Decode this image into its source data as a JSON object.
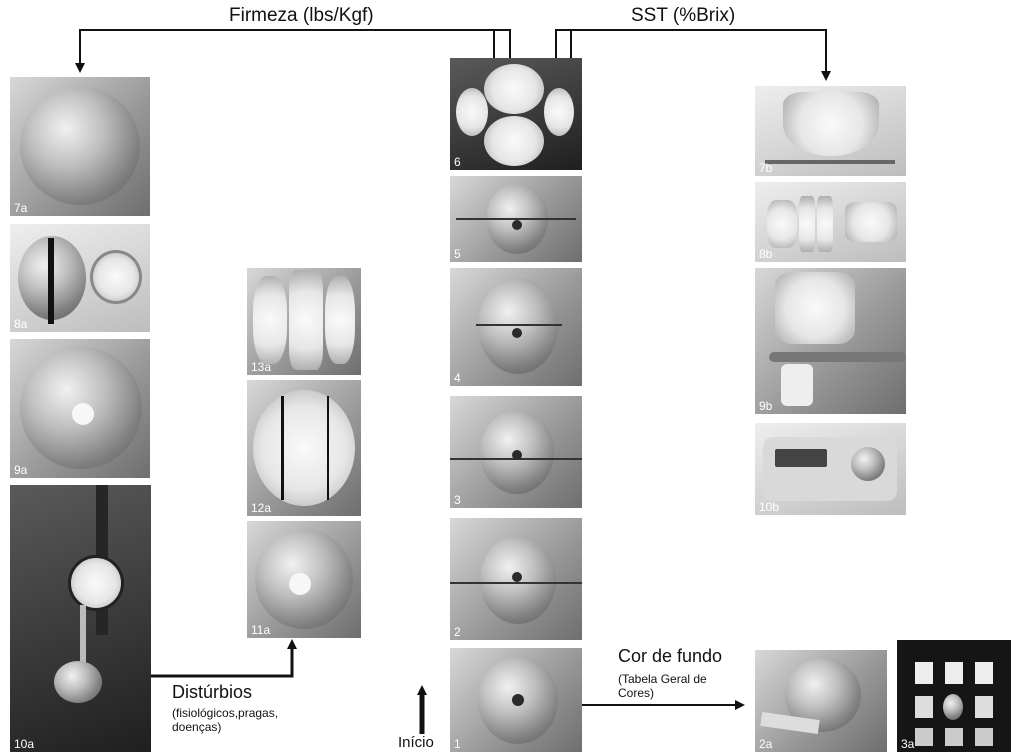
{
  "headings": {
    "firmeza": "Firmeza (lbs/Kgf)",
    "sst": "SST (%Brix)"
  },
  "annotations": {
    "cor_de_fundo": "Cor de fundo",
    "cor_de_fundo_note": "(Tabela Geral de Cores)",
    "disturbios": "Distúrbios",
    "disturbios_note": "(fisiológicos,pragas, doenças)",
    "inicio": "Início"
  },
  "panels": {
    "p1": "1",
    "p2": "2",
    "p3": "3",
    "p4": "4",
    "p5": "5",
    "p6": "6",
    "p2a": "2a",
    "p3a": "3a",
    "p7a": "7a",
    "p8a": "8a",
    "p9a": "9a",
    "p10a": "10a",
    "p11a": "11a",
    "p12a": "12a",
    "p13a": "13a",
    "p7b": "7b",
    "p8b": "8b",
    "p9b": "9b",
    "p10b": "10b"
  }
}
